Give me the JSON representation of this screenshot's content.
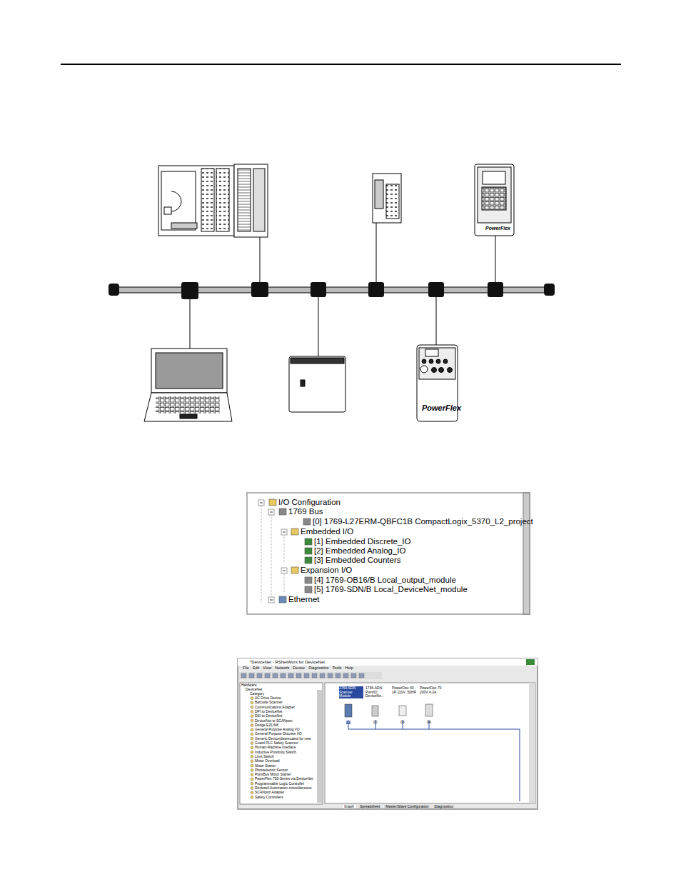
{
  "diagram": {
    "labels": [
      "I/O Configuration",
      "1769 Bus",
      "[0] 1769-L27ERM-QBFC1B CompactLogix_5370_L2_project",
      "Embedded I/O",
      "[1] Embedded Discrete_IO",
      "[2] Embedded Analog_IO",
      "[3] Embedded Counters",
      "Expansion I/O",
      "[4] 1769-OB16/B Local_output_module",
      "[5] 1769-SDN/B Local_DeviceNet_module",
      "Ethernet",
      "*DeviceNet - RSNetWorx for DeviceNet",
      "File",
      "Edit",
      "View",
      "Network",
      "Device",
      "Diagnostics",
      "Tools",
      "Help",
      "Hardware",
      "DeviceNet",
      "Category",
      "AC Drive Device",
      "Barcode Scanner",
      "Communications Adapter",
      "DPI to DeviceNet",
      "DSI to DeviceNet",
      "DeviceNet to SCANport",
      "Dodge EZLINK",
      "General Purpose Analog I/O",
      "General Purpose Discrete I/O",
      "Generic Device(deprecated for new",
      "Guard PLC Safety Scanner",
      "Human-Machine Interface",
      "Inductive Proximity Switch",
      "Limit Switch",
      "Motor Overload",
      "Motor Starter",
      "Photoelectric Sensor",
      "PointBus Motor Starter",
      "PowerFlex 750-Series via DeviceNet",
      "Programmable Logic Controller",
      "Rockwell Automation miscellaneous",
      "SCANport Adapter",
      "Safety Controllers",
      "1769-SDN Scanner Module",
      "1736-ADN PointIO DeviceNe...",
      "PowerFlex 40 1P 110V .50HP",
      "PowerFlex 70 200V 4.2A",
      "00",
      "02",
      "03",
      "04",
      "Graph",
      "Spreadsheet",
      "Master/Slave Configuration",
      "Diagnostics",
      "PowerFlex",
      "PowerFlex"
    ]
  }
}
